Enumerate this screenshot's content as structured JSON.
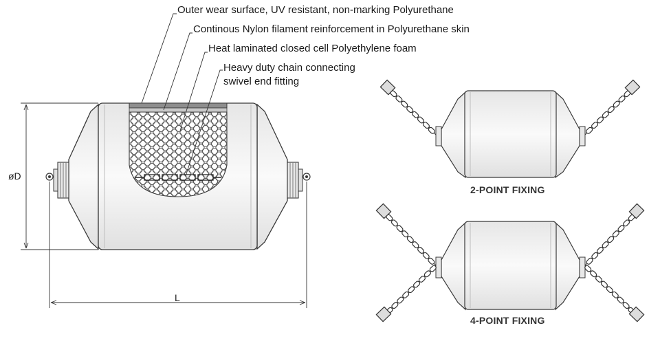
{
  "callouts": {
    "outer_wear": "Outer wear surface, UV resistant, non-marking Polyurethane",
    "nylon": "Continous Nylon filament reinforcement in Polyurethane skin",
    "foam": "Heat laminated closed cell Polyethylene foam",
    "chain_line1": "Heavy duty chain connecting",
    "chain_line2": "swivel end fitting"
  },
  "dimensions": {
    "diameter": "øD",
    "length": "L"
  },
  "captions": {
    "two_point": "2-POINT FIXING",
    "four_point": "4-POINT FIXING"
  },
  "colors": {
    "outline": "#3a3a3a",
    "body": "#f2f2f2",
    "shade": "#d4d4d4",
    "skin": "#9a9a9a"
  }
}
